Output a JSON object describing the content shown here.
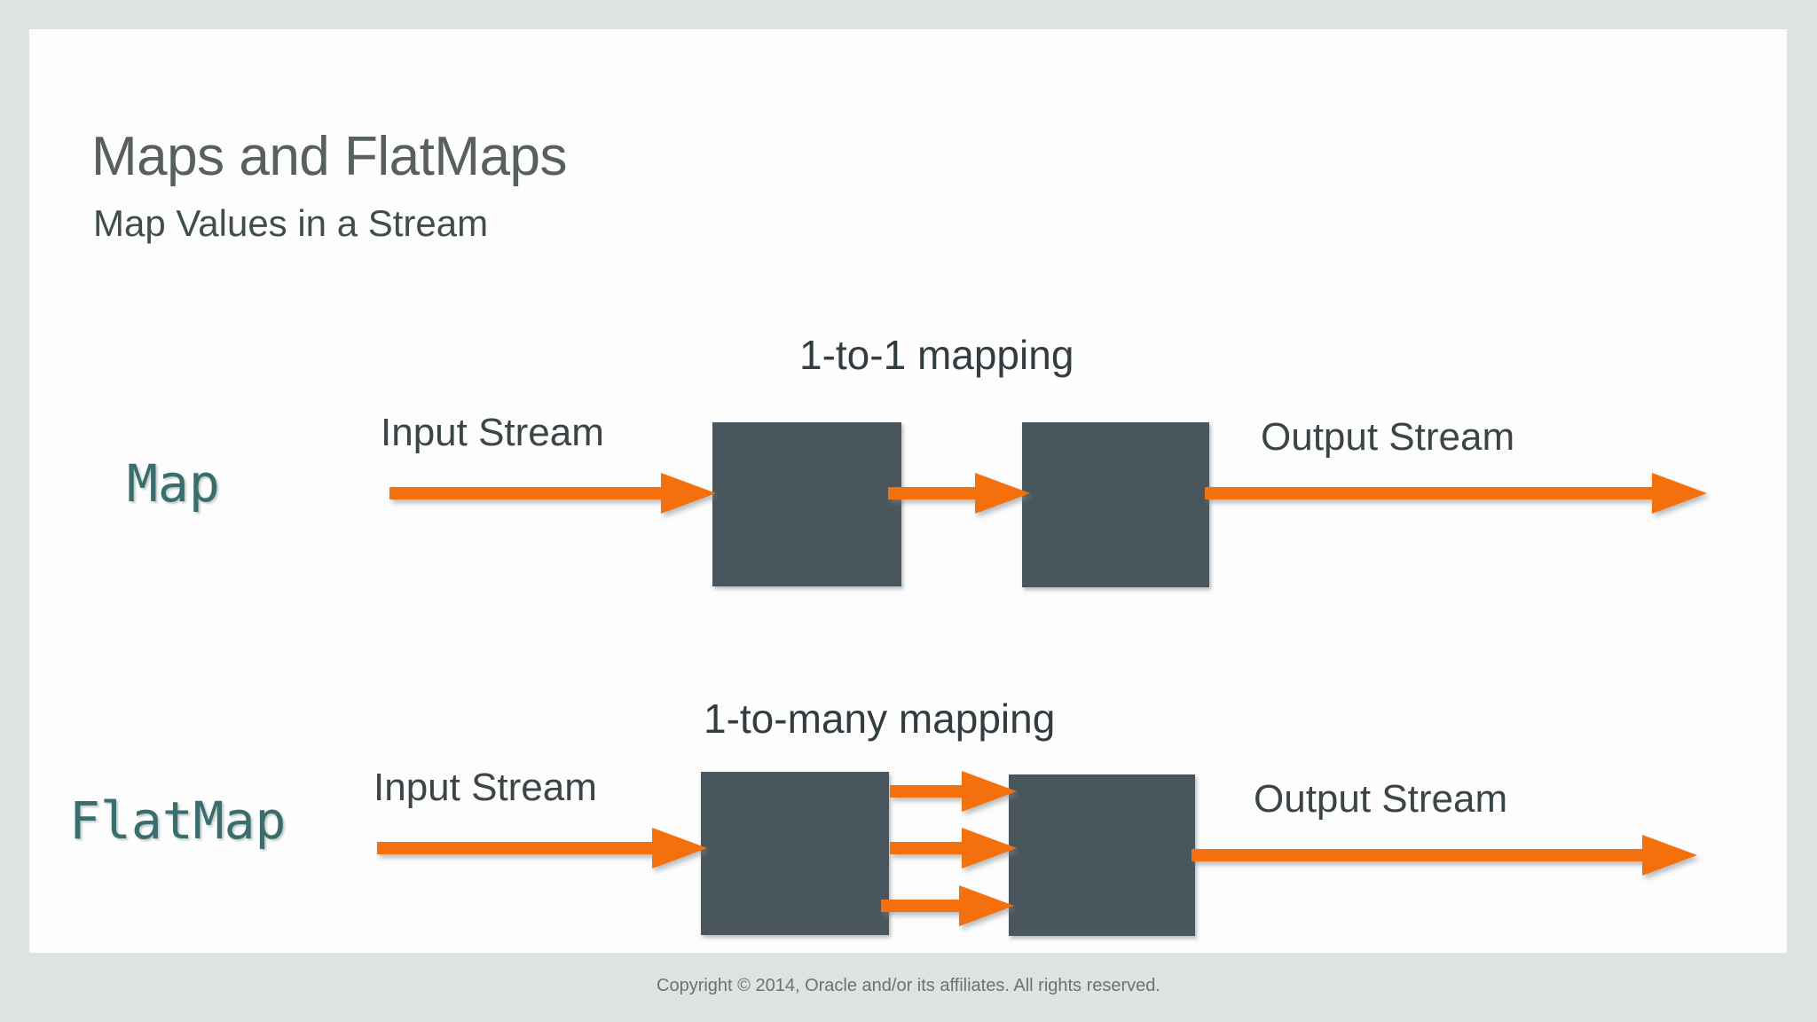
{
  "slide": {
    "title": "Maps and FlatMaps",
    "subtitle": "Map Values in a Stream",
    "background_color": "#fdfdfd",
    "outer_background_color": "#dee2e1"
  },
  "colors": {
    "title_gray": "#585f5f",
    "subtitle_gray": "#3f4d4d",
    "label_teal": "#3a6e6e",
    "box_slate": "#49565d",
    "arrow_orange": "#f4700c",
    "footer_gray": "#6b7376"
  },
  "diagram": {
    "rows": [
      {
        "label": "Map",
        "caption": "1-to-1 mapping",
        "input_label": "Input Stream",
        "output_label": "Output Stream",
        "stage_count": 2,
        "connector_count": 1
      },
      {
        "label": "FlatMap",
        "caption": "1-to-many mapping",
        "input_label": "Input Stream",
        "output_label": "Output Stream",
        "stage_count": 2,
        "connector_count": 3
      }
    ]
  },
  "footer": {
    "copyright": "Copyright © 2014, Oracle and/or its affiliates. All rights reserved."
  }
}
